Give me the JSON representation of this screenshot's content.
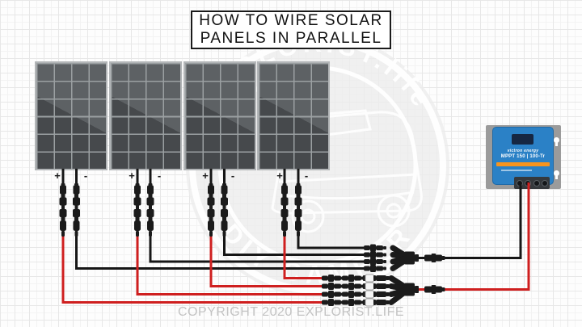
{
  "title": {
    "line1": "HOW TO WIRE SOLAR",
    "line2": "PANELS IN PARALLEL"
  },
  "array": {
    "panel_count": 4,
    "terminals": {
      "positive": "+",
      "negative": "-"
    }
  },
  "wiring": {
    "positive_wire_color": "#cf1f1f",
    "negative_wire_color": "#161616",
    "inline_fuse_body_color": "#f5f5f5",
    "connector_color": "#1b1b1b"
  },
  "charge_controller": {
    "brand": "victron energy",
    "model": "MPPT 150 | 100-Tr",
    "body_color": "#2b81c6",
    "accent_color": "#f7941e"
  },
  "watermark": {
    "ring_text": "EXPLORIST.life",
    "bottom_text": "DIY CAMPER"
  },
  "footer": {
    "copyright": "COPYRIGHT 2020 EXPLORIST.LIFE"
  }
}
